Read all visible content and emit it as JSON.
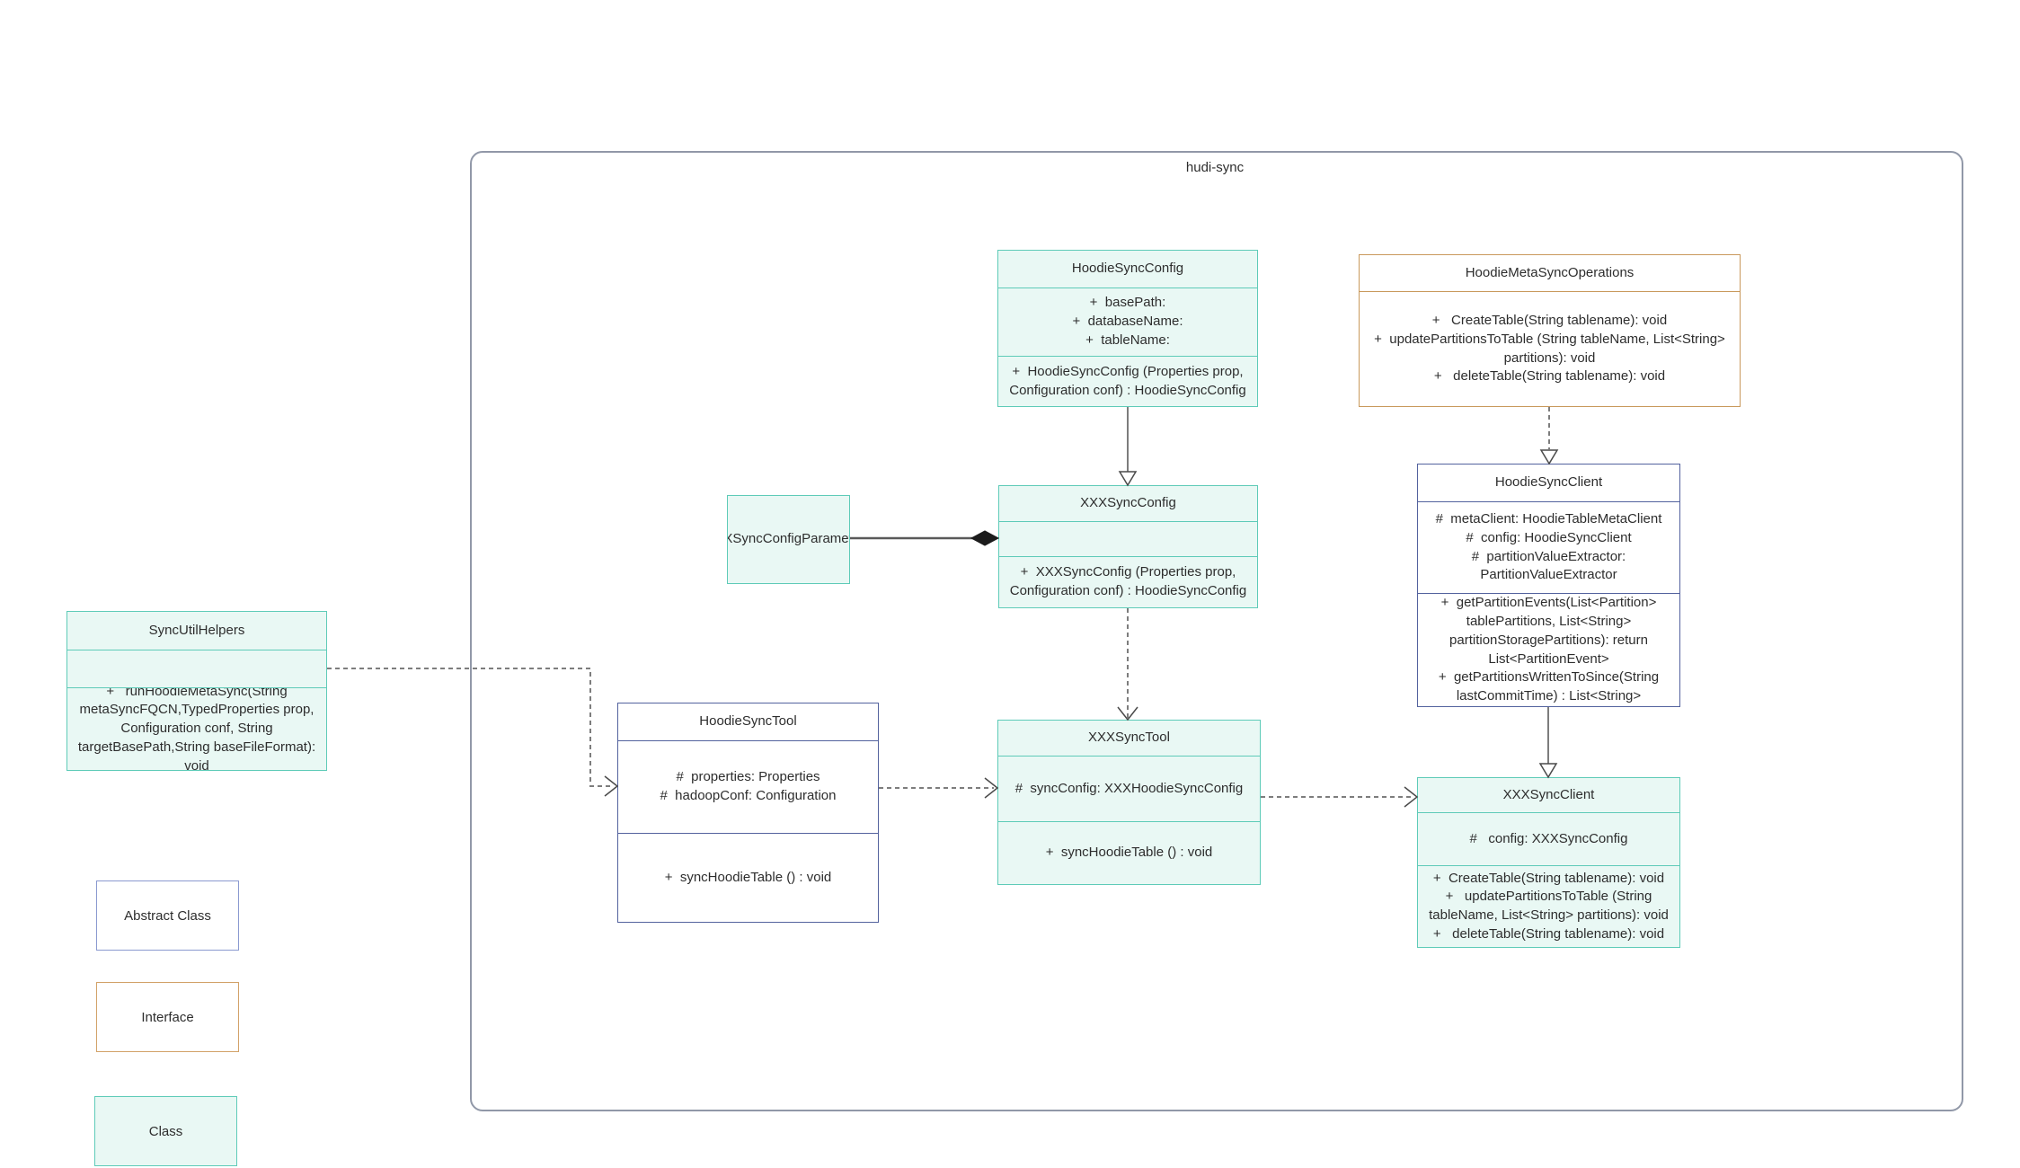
{
  "diagram": {
    "container_label": "hudi-sync",
    "legend": [
      {
        "label": "Abstract Class"
      },
      {
        "label": "Interface"
      },
      {
        "label": "Class"
      }
    ],
    "colors": {
      "class_fill": "#e9f8f4",
      "class_border": "#5ecbb8",
      "abstract_border": "#53629e",
      "interface_border": "#c9995c",
      "frame_border": "#9198a8"
    },
    "classes": {
      "hoodieSyncConfig": {
        "title": "HoodieSyncConfig",
        "attrs": [
          "+  basePath:",
          "+  databaseName:",
          "+  tableName:"
        ],
        "methods": [
          "+  HoodieSyncConfig (Properties prop, Configuration conf) : HoodieSyncConfig"
        ]
      },
      "hoodieMetaSyncOperations": {
        "title": "HoodieMetaSyncOperations",
        "methods": [
          "+   CreateTable(String tablename): void",
          "+  updatePartitionsToTable (String tableName, List<String> partitions): void",
          "+   deleteTable(String tablename): void"
        ]
      },
      "xxxSyncConfig": {
        "title": "XXXSyncConfig",
        "methods": [
          "+  XXXSyncConfig (Properties prop, Configuration conf) : HoodieSyncConfig"
        ]
      },
      "xxxSyncConfigParameters": {
        "title": "XXXSyncConfigParameters"
      },
      "hoodieSyncClient": {
        "title": "HoodieSyncClient",
        "attrs": [
          "#  metaClient: HoodieTableMetaClient",
          "#  config: HoodieSyncClient",
          "#  partitionValueExtractor: PartitionValueExtractor"
        ],
        "methods": [
          "+  getPartitionEvents(List<Partition> tablePartitions, List<String> partitionStoragePartitions): return List<PartitionEvent>",
          "+  getPartitionsWrittenToSince(String lastCommitTime) : List<String>"
        ]
      },
      "syncUtilHelpers": {
        "title": "SyncUtilHelpers",
        "methods": [
          "+   runHoodieMetaSync(String metaSyncFQCN,TypedProperties prop, Configuration conf, String targetBasePath,String baseFileFormat): void"
        ]
      },
      "hoodieSyncTool": {
        "title": "HoodieSyncTool",
        "attrs": [
          "#  properties: Properties",
          "#  hadoopConf: Configuration"
        ],
        "methods": [
          "+  syncHoodieTable () : void"
        ]
      },
      "xxxSyncTool": {
        "title": "XXXSyncTool",
        "attrs": [
          "#  syncConfig: XXXHoodieSyncConfig"
        ],
        "methods": [
          "+  syncHoodieTable () : void"
        ]
      },
      "xxxSyncClient": {
        "title": "XXXSyncClient",
        "attrs": [
          "#   config: XXXSyncConfig"
        ],
        "methods": [
          "+  CreateTable(String tablename): void",
          "+   updatePartitionsToTable (String tableName, List<String> partitions): void",
          "+   deleteTable(String tablename): void"
        ]
      }
    },
    "relationships": [
      {
        "from": "HoodieSyncConfig",
        "to": "XXXSyncConfig",
        "type": "solid-hollow-triangle"
      },
      {
        "from": "HoodieMetaSyncOperations",
        "to": "HoodieSyncClient",
        "type": "dashed-hollow-triangle"
      },
      {
        "from": "XXXSyncConfigParameters",
        "to": "XXXSyncConfig",
        "type": "composition-filled-diamond"
      },
      {
        "from": "XXXSyncConfig",
        "to": "XXXSyncTool",
        "type": "dashed-open-arrow"
      },
      {
        "from": "SyncUtilHelpers",
        "to": "HoodieSyncTool",
        "type": "dashed-open-arrow"
      },
      {
        "from": "HoodieSyncTool",
        "to": "XXXSyncTool",
        "type": "dashed-open-arrow"
      },
      {
        "from": "XXXSyncTool",
        "to": "XXXSyncClient",
        "type": "dashed-open-arrow"
      },
      {
        "from": "HoodieSyncClient",
        "to": "XXXSyncClient",
        "type": "solid-hollow-triangle"
      }
    ]
  }
}
